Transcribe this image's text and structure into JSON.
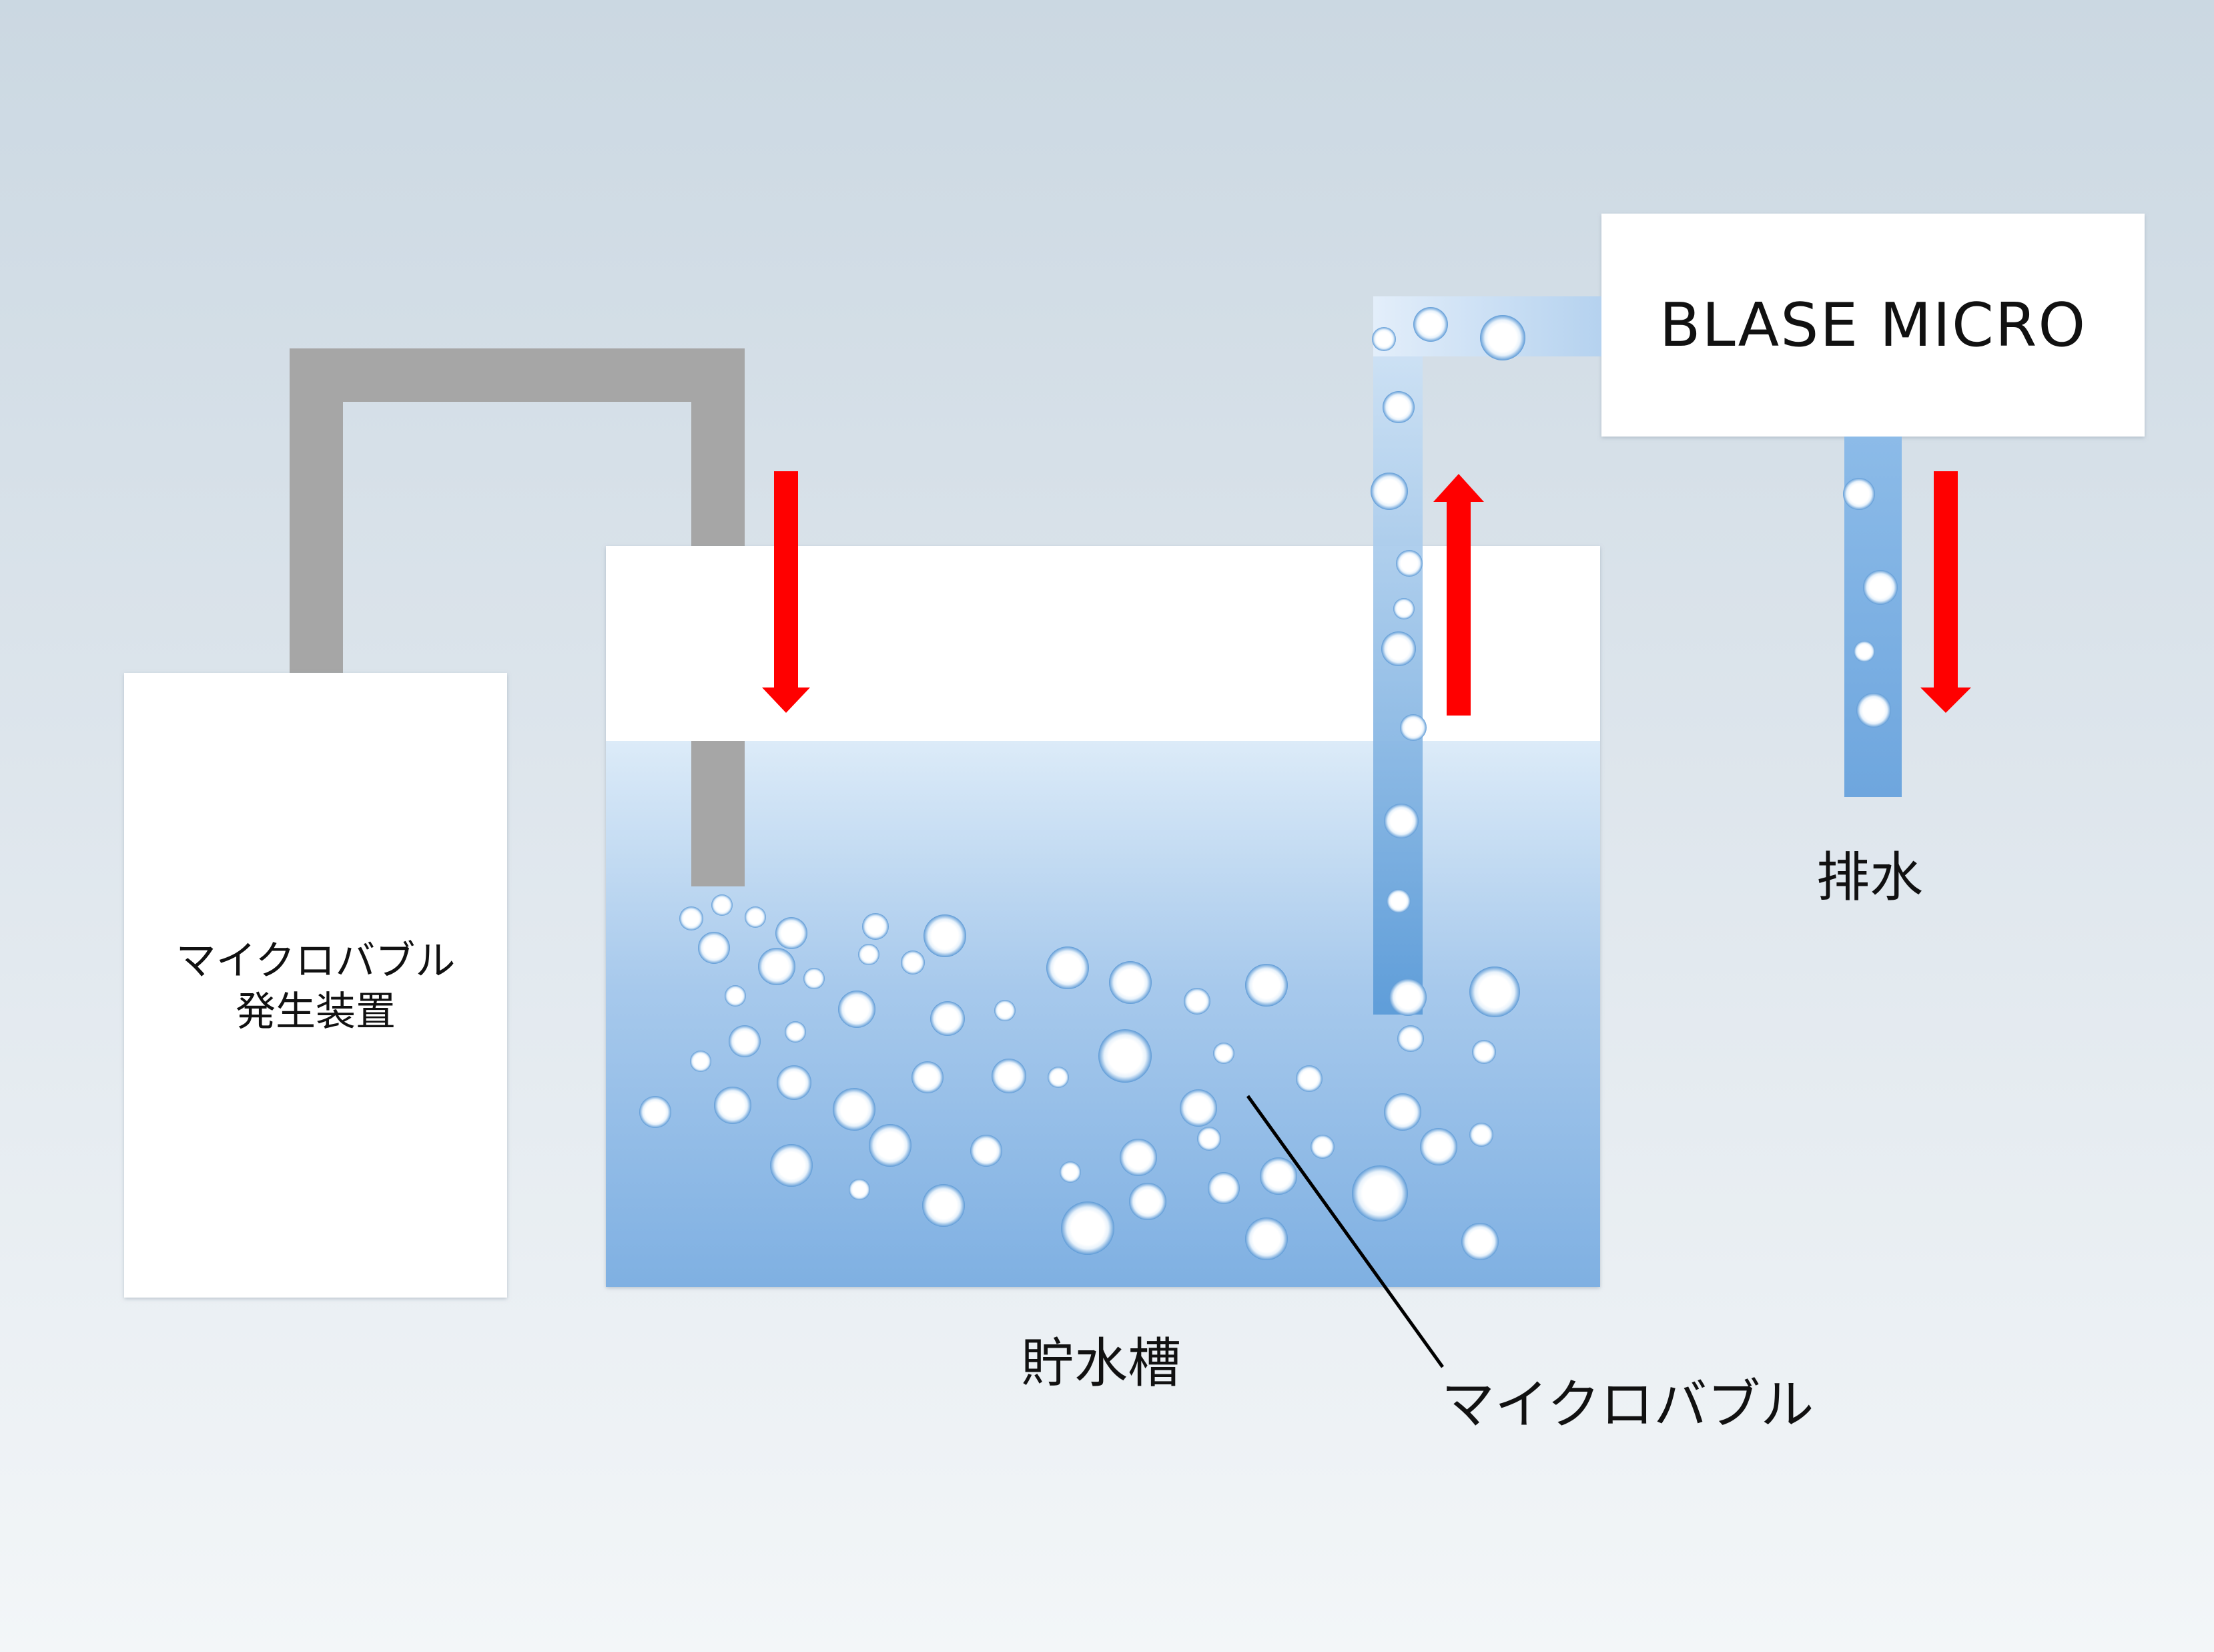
{
  "labels": {
    "generator_line1": "マイクロバブル",
    "generator_line2": "発生装置",
    "device": "BLASE MICRO",
    "tank": "貯水槽",
    "bubbles": "マイクロバブル",
    "drain": "排水"
  },
  "colors": {
    "pipe_gray": "#a6a6a6",
    "flow_arrow": "#ff0000",
    "water_top": "#dcebf8",
    "water_bottom": "#7fb0e2",
    "box_fill": "#ffffff"
  },
  "icons": {
    "flow_arrow": "red-arrow-icon",
    "bubble": "bubble-icon"
  }
}
